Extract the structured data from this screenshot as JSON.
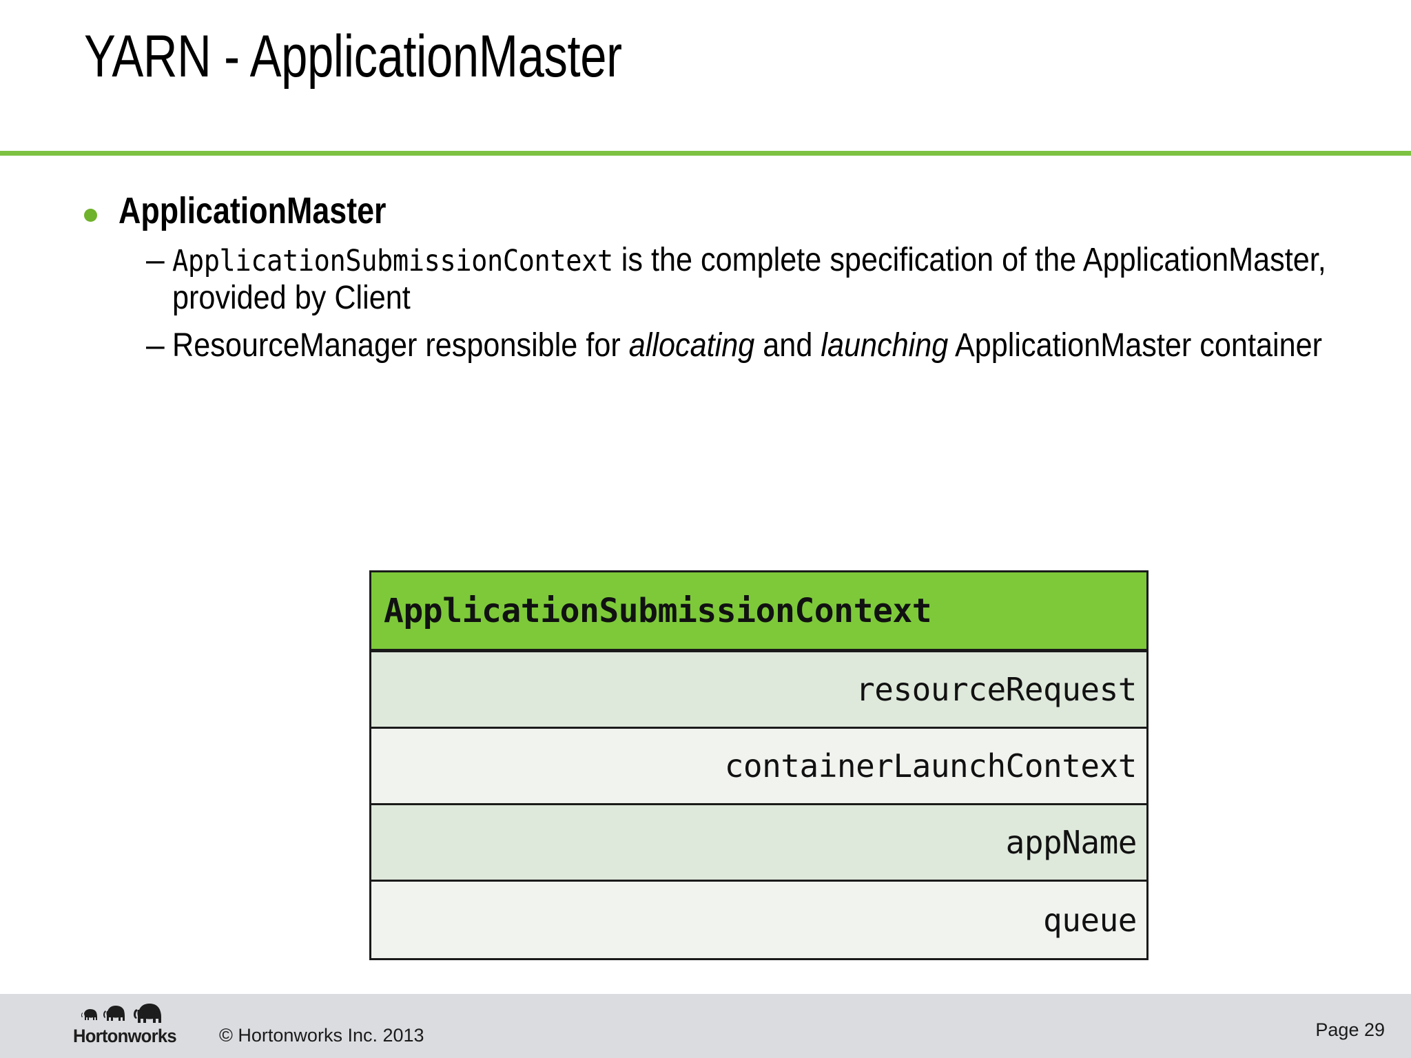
{
  "slide": {
    "title": "YARN - ApplicationMaster",
    "accent_green": "#7DC242",
    "header_green": "#7DC93A",
    "bullet_dot_green": "#6FB22B"
  },
  "content": {
    "bullet": {
      "label": "ApplicationMaster",
      "sub_bullets": [
        {
          "dash": "–",
          "code_part": "ApplicationSubmissionContext",
          "rest_part": " is the complete specification of the ApplicationMaster, provided by Client"
        },
        {
          "dash": "–",
          "pre": "ResourceManager responsible for ",
          "italic_1": "allocating",
          "mid": " and ",
          "italic_2": "launching",
          "post": " ApplicationMaster container"
        }
      ]
    }
  },
  "class_table": {
    "header": "ApplicationSubmissionContext",
    "rows": [
      {
        "name": "resourceRequest",
        "shade": "a"
      },
      {
        "name": "containerLaunchContext",
        "shade": "b"
      },
      {
        "name": "appName",
        "shade": "a"
      },
      {
        "name": "queue",
        "shade": "b"
      }
    ]
  },
  "footer": {
    "logo_text": "Hortonworks",
    "copyright": "© Hortonworks Inc. 2013",
    "page": "Page 29"
  }
}
